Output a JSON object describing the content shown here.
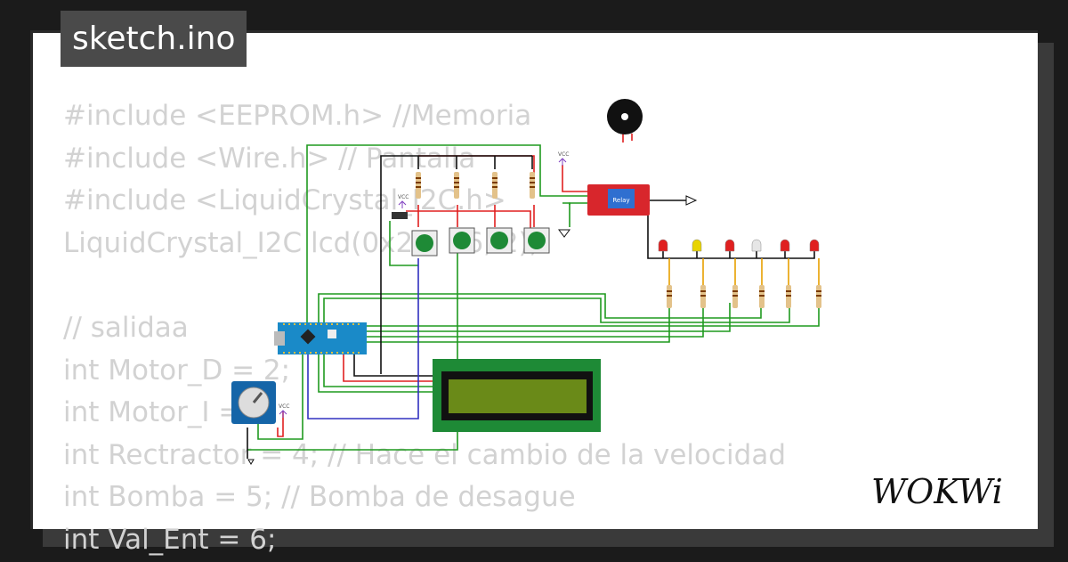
{
  "file_tab": {
    "label": "sketch.ino"
  },
  "code_lines": [
    "#include <EEPROM.h> //Memoria",
    "#include <Wire.h> // Pantalla",
    "#include <LiquidCrystal_I2C.h>",
    "LiquidCrystal_I2C lcd(0x27, 16, 2);",
    "",
    "// salidaa",
    "int Motor_D = 2;",
    "int Motor_I = 3;",
    "int Rectractor = 4; // Hace el cambio de la velocidad",
    "int Bomba = 5; // Bomba de desague",
    "int Val_Ent = 6;"
  ],
  "diagram": {
    "relay_label": "Relay",
    "vcc_label": "VCC",
    "led_colors": [
      "#e02020",
      "#e8d400",
      "#e02020",
      "#e6e6e6",
      "#e02020",
      "#e02020"
    ]
  },
  "logo": {
    "text": "WOKWi"
  },
  "colors": {
    "wire_green": "#1f9a1f",
    "wire_red": "#e02020",
    "wire_black": "#111111",
    "wire_blue": "#3030c0",
    "relay": "#d8262c",
    "lcd_board": "#1e8a36",
    "lcd_screen": "#6a8a18"
  }
}
